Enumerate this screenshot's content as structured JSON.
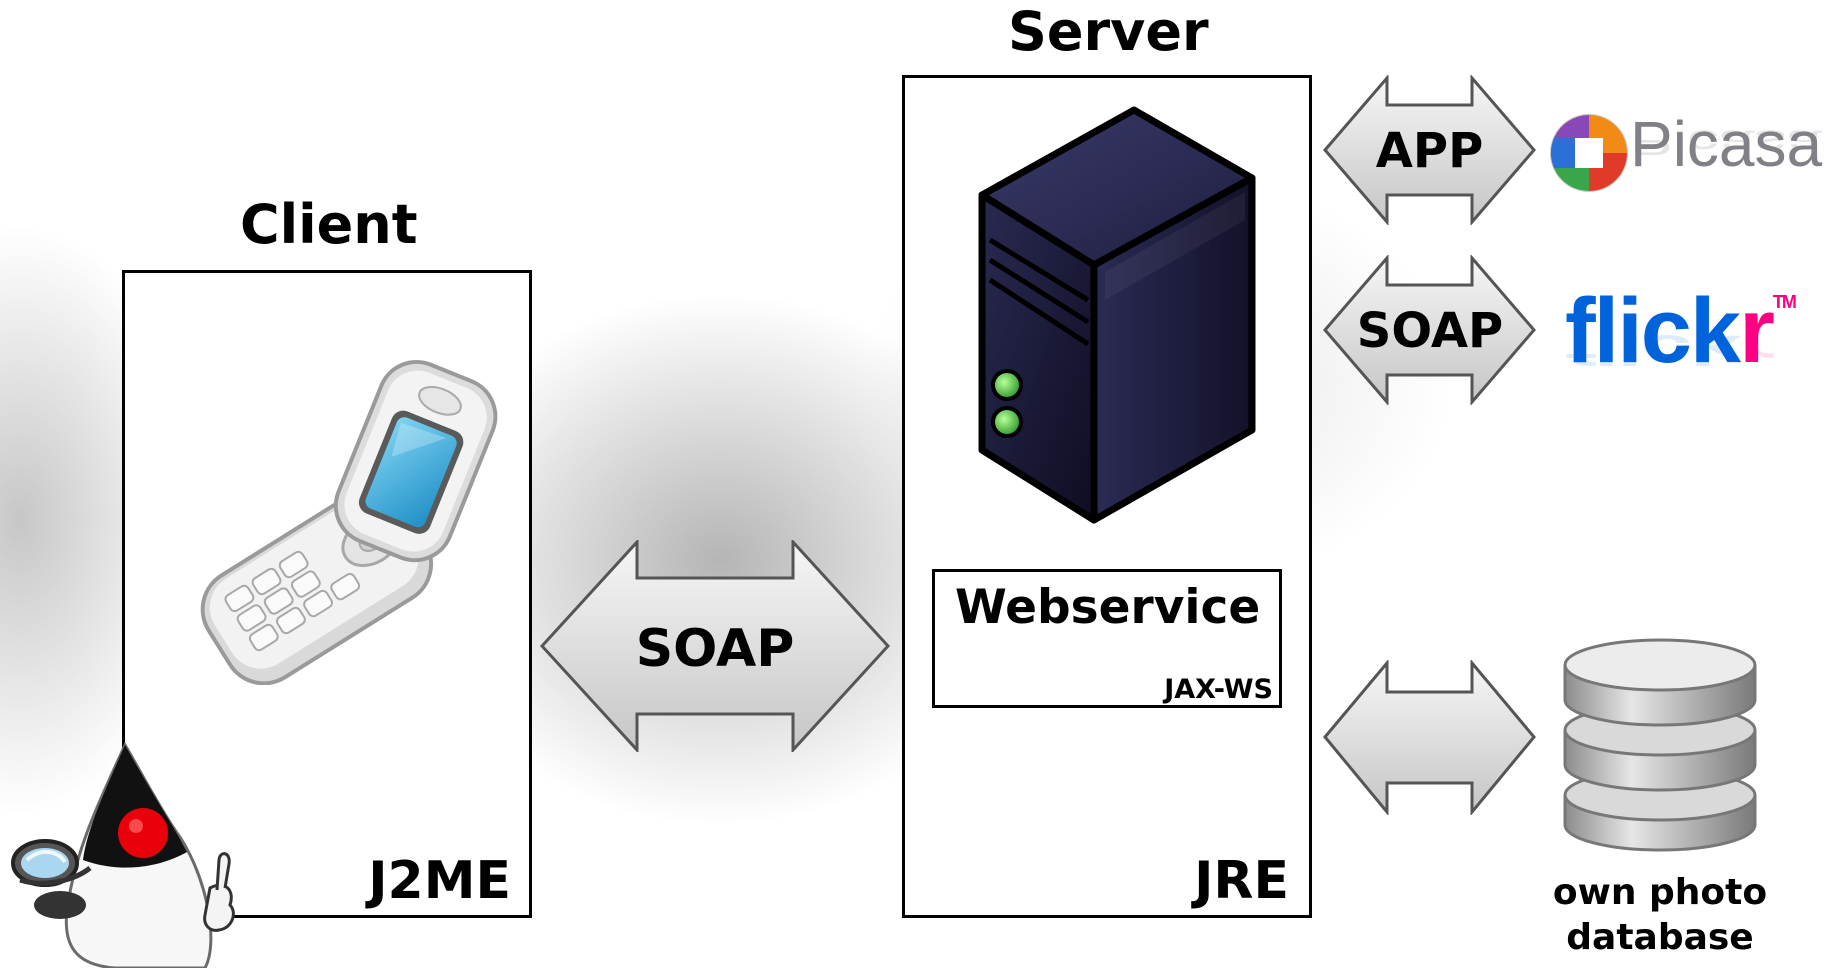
{
  "server": {
    "title": "Server",
    "env_label": "JRE"
  },
  "client": {
    "title": "Client",
    "env_label": "J2ME"
  },
  "webservice": {
    "title": "Webservice",
    "subtitle": "JAX-WS"
  },
  "connections": {
    "client_server": "SOAP",
    "picasa": "APP",
    "flickr": "SOAP"
  },
  "services": {
    "picasa_name": "Picasa",
    "flickr_name": "flickr",
    "flickr_tm": "TM"
  },
  "database": {
    "label_line1": "own photo",
    "label_line2": "database"
  },
  "colors": {
    "arrow_fill_top": "#f4f4f4",
    "arrow_fill_bottom": "#c8c8c8",
    "server_body": "#1b1b3a",
    "phone_screen": "#3aa6d6",
    "flickr_blue": "#0063dc",
    "flickr_pink": "#ff0084",
    "duke_nose": "#e8000b"
  },
  "icons": [
    "server-icon",
    "phone-icon",
    "duke-mascot-icon",
    "picasa-logo-icon",
    "database-icon"
  ]
}
